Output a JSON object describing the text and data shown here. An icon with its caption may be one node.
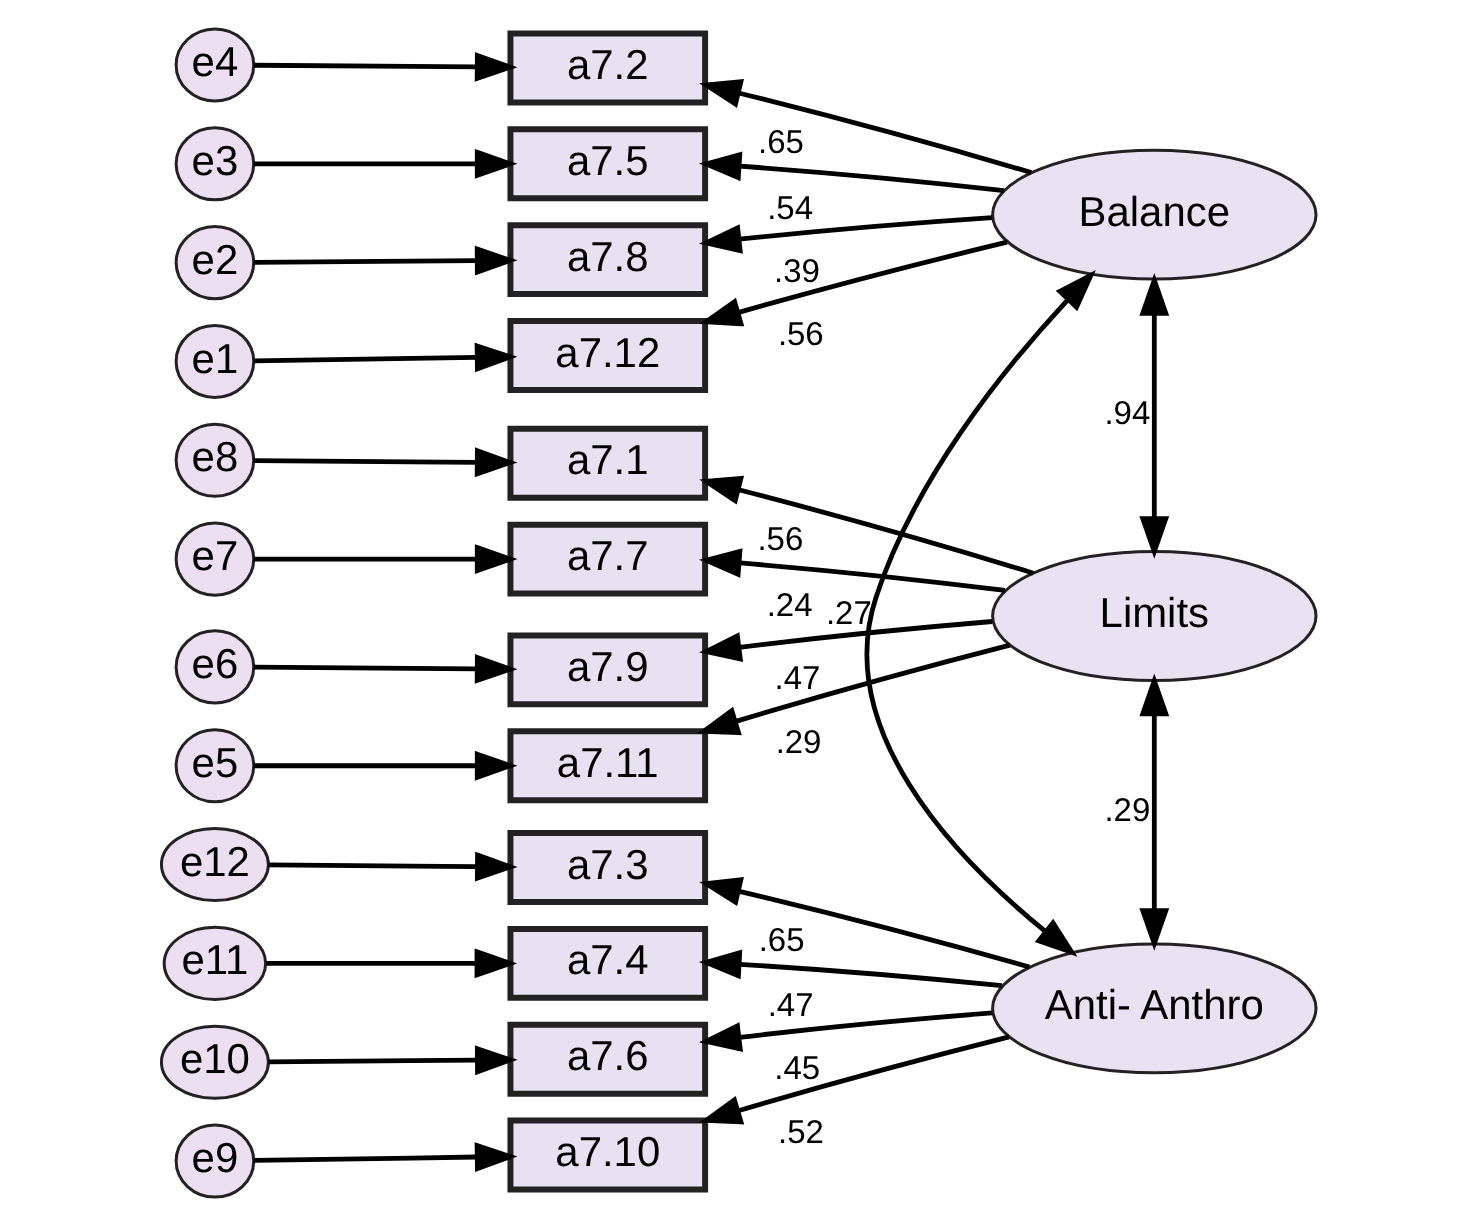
{
  "diagram": {
    "nodes": [
      {
        "text": [
          "e4"
        ]
      },
      {
        "text": [
          "a7.2"
        ]
      },
      {
        "text": [
          "e3"
        ]
      },
      {
        "text": [
          "a7.5"
        ]
      },
      {
        "text": [
          "e2"
        ]
      },
      {
        "text": [
          "a7.8"
        ]
      },
      {
        "text": [
          "e1"
        ]
      },
      {
        "text": [
          "a7.12"
        ]
      },
      {
        "text": [
          "Balance"
        ]
      },
      {
        "text": [
          "e8"
        ]
      },
      {
        "text": [
          "a7.1"
        ]
      },
      {
        "text": [
          "e7"
        ]
      },
      {
        "text": [
          "a7.7"
        ]
      },
      {
        "text": [
          "e6"
        ]
      },
      {
        "text": [
          "a7.9"
        ]
      },
      {
        "text": [
          "e5"
        ]
      },
      {
        "text": [
          "a7.11"
        ]
      },
      {
        "text": [
          "Limits"
        ]
      },
      {
        "text": [
          "e12"
        ]
      },
      {
        "text": [
          "a7.3"
        ]
      },
      {
        "text": [
          "e11"
        ]
      },
      {
        "text": [
          "a7.4"
        ]
      },
      {
        "text": [
          "e10"
        ]
      },
      {
        "text": [
          "a7.6"
        ]
      },
      {
        "text": [
          "e9"
        ]
      },
      {
        "text": [
          "a7.10"
        ]
      },
      {
        "text": [
          "Anti- Anthro"
        ]
      }
    ],
    "edges": [
      {
        "from": 0,
        "to": 1,
        "arrow": "to"
      },
      {
        "from": 2,
        "to": 3,
        "arrow": "to"
      },
      {
        "from": 4,
        "to": 5,
        "arrow": "to"
      },
      {
        "from": 6,
        "to": 7,
        "arrow": "to"
      },
      {
        "from": 8,
        "to": 1,
        "arrow": "to",
        "label": ".65"
      },
      {
        "from": 8,
        "to": 3,
        "arrow": "to",
        "label": ".54"
      },
      {
        "from": 8,
        "to": 5,
        "arrow": "to",
        "label": ".39"
      },
      {
        "from": 8,
        "to": 7,
        "arrow": "to",
        "label": ".56"
      },
      {
        "from": 9,
        "to": 10,
        "arrow": "to"
      },
      {
        "from": 11,
        "to": 12,
        "arrow": "to"
      },
      {
        "from": 13,
        "to": 14,
        "arrow": "to"
      },
      {
        "from": 15,
        "to": 16,
        "arrow": "to"
      },
      {
        "from": 17,
        "to": 10,
        "arrow": "to",
        "label": ".56"
      },
      {
        "from": 17,
        "to": 12,
        "arrow": "to",
        "label": ".24"
      },
      {
        "from": 17,
        "to": 14,
        "arrow": "to",
        "label": ".47"
      },
      {
        "from": 17,
        "to": 16,
        "arrow": "to",
        "label": ".29"
      },
      {
        "from": 18,
        "to": 19,
        "arrow": "to"
      },
      {
        "from": 20,
        "to": 21,
        "arrow": "to"
      },
      {
        "from": 22,
        "to": 23,
        "arrow": "to"
      },
      {
        "from": 24,
        "to": 25,
        "arrow": "to"
      },
      {
        "from": 26,
        "to": 19,
        "arrow": "to",
        "label": ".65"
      },
      {
        "from": 26,
        "to": 21,
        "arrow": "to",
        "label": ".47"
      },
      {
        "from": 26,
        "to": 23,
        "arrow": "to",
        "label": ".45"
      },
      {
        "from": 26,
        "to": 25,
        "arrow": "to",
        "label": ".52"
      },
      {
        "from": 8,
        "to": 17,
        "arrow": "both",
        "label": ".94"
      },
      {
        "from": 17,
        "to": 26,
        "arrow": "both",
        "label": ".29"
      },
      {
        "from": 8,
        "to": 26,
        "arrow": "both",
        "label": ".27"
      }
    ]
  }
}
